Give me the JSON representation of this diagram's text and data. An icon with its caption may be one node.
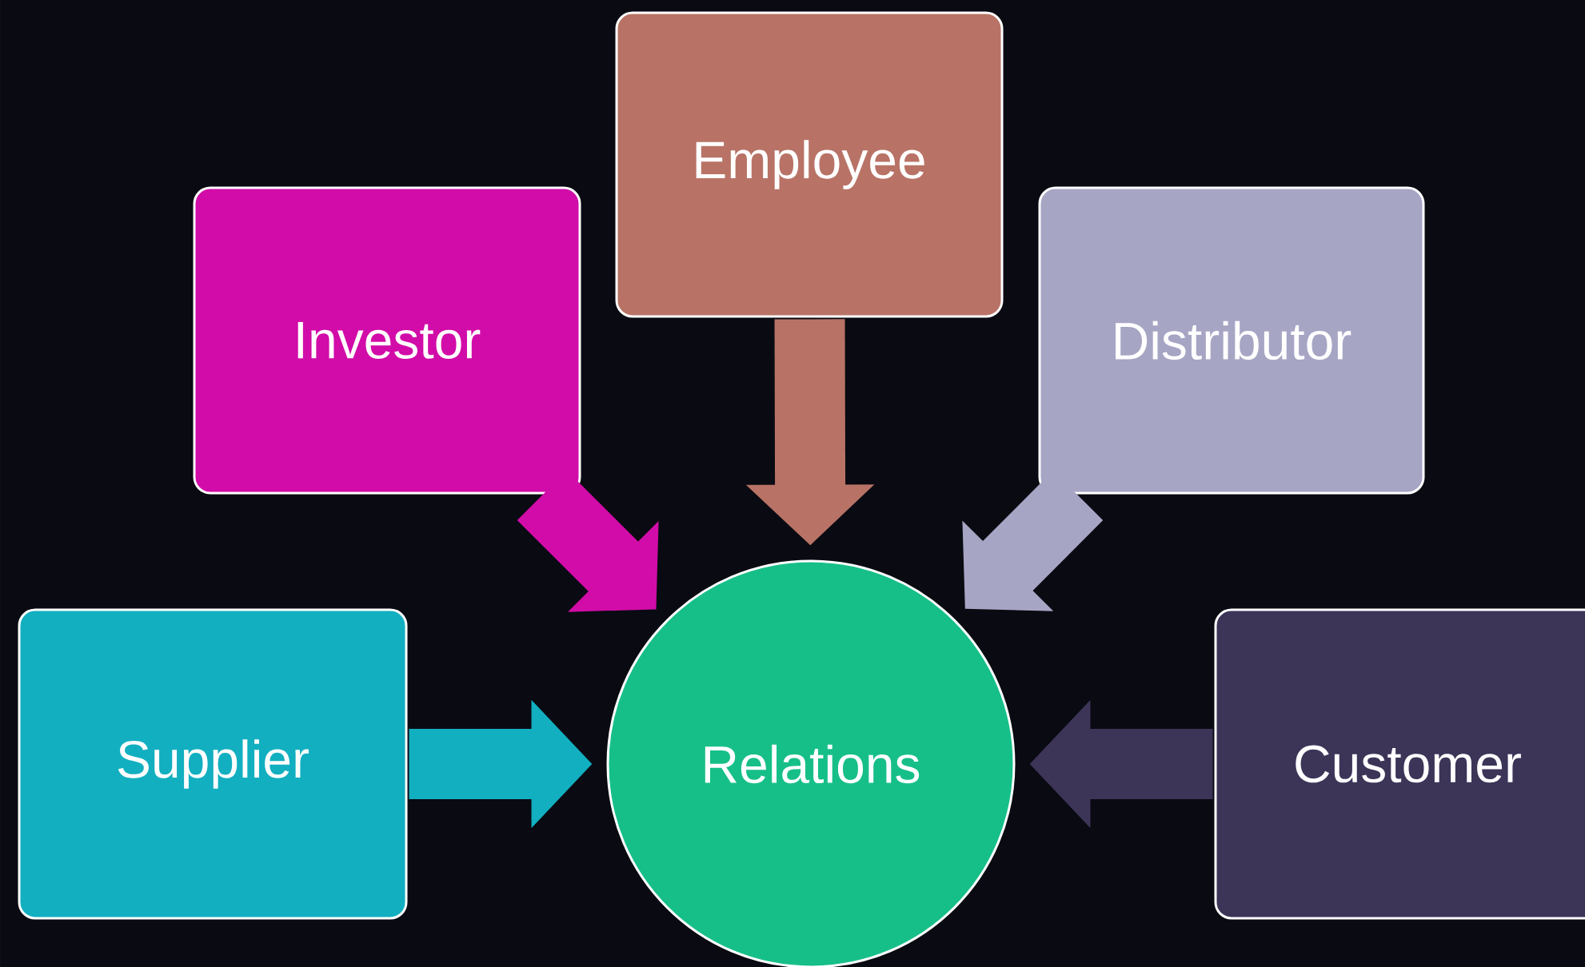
{
  "diagram": {
    "nodes": [
      {
        "text": [
          "Employee"
        ]
      },
      {
        "text": [
          "Investor"
        ]
      },
      {
        "text": [
          "Distributor"
        ]
      },
      {
        "text": [
          "Supplier"
        ]
      },
      {
        "text": [
          "Relations"
        ]
      },
      {
        "text": [
          "Customer"
        ]
      }
    ],
    "edges": [
      {
        "from": 0,
        "to": 4,
        "arrow": "to",
        "color": "#b87366"
      },
      {
        "from": 1,
        "to": 4,
        "arrow": "to",
        "color": "#d20ca8"
      },
      {
        "from": 2,
        "to": 4,
        "arrow": "to",
        "color": "#a7a5c4"
      },
      {
        "from": 3,
        "to": 4,
        "arrow": "to",
        "color": "#12afc0"
      },
      {
        "from": 5,
        "to": 4,
        "arrow": "to",
        "color": "#3c3558"
      }
    ]
  }
}
